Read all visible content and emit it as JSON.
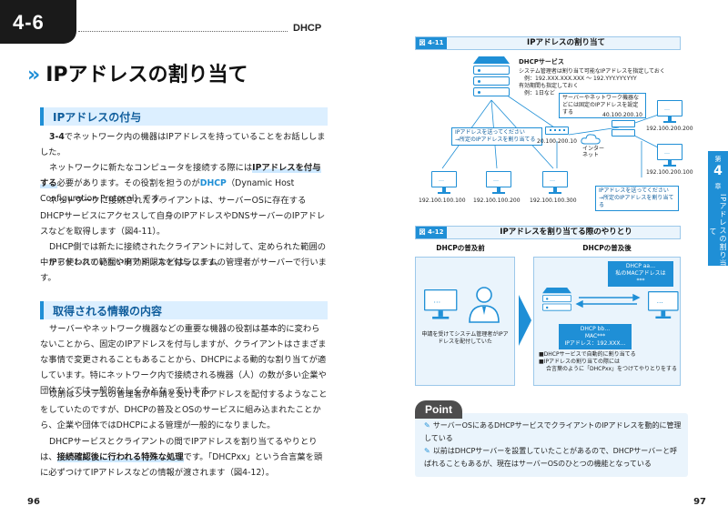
{
  "left_page": {
    "section_number": "4-6",
    "header_label": "DHCP",
    "title_marker": "»",
    "title": "IPアドレスの割り当て",
    "sub1": "IPアドレスの付与",
    "p1_bold": "3-4",
    "p1_text": "でネットワーク内の機器はIPアドレスを持っていることをお話ししました。",
    "p2_text_a": "ネットワークに新たなコンピュータを接続する際には",
    "p2_emph": "IPアドレスを付与する",
    "p2_text_b": "必要があります。その役割を担うのが",
    "p2_dhcp": "DHCP",
    "p2_text_c": "（Dynamic Host Configuration Protocol）です。",
    "p3_text": "ネットワークに接続されたクライアントは、サーバーOSに存在するDHCPサービスにアクセスして自身のIPアドレスやDNSサーバーのIPアドレスなどを取得します（図4-11）。",
    "p4_text": "DHCP側では新たに接続されたクライアントに対して、定められた範囲の中から使われていないIPアドレスを付与します。",
    "p5_text": "IPアドレスの範囲や有効期限などはシステムの管理者がサーバーで行います。",
    "sub2": "取得される情報の内容",
    "p6_text": "サーバーやネットワーク機器などの重要な機器の役割は基本的に変わらないことから、固定のIPアドレスを付与しますが、クライアントはさまざまな事情で変更されることもあることから、DHCPによる動的な割り当てが適しています。特にネットワーク内で接続される機器（人）の数が多い企業や団体などでは一般的なしくみとなっています。",
    "p7_text": "以前はシステムの管理者が申請を受けてIPアドレスを配付するようなことをしていたのですが、DHCPの普及とOSのサービスに組み込まれたことから、企業や団体ではDHCPによる管理が一般的になりました。",
    "p8_text_a": "DHCPサービスとクライアントの間でIPアドレスを割り当てるやりとりは、",
    "p8_emph": "接続確認後に行われる特殊な処理",
    "p8_text_b": "です。「DHCPxx」という合言葉を頭に必ずつけてIPアドレスなどの情報が渡されます（図4-12）。",
    "page_number": "96"
  },
  "right_page": {
    "side_tab": {
      "small_top": "第",
      "chapter": "4",
      "small_bottom": "章",
      "vertical": "IPアドレスの割り当て"
    },
    "fig1": {
      "id": "図 4-11",
      "title": "IPアドレスの割り当て",
      "dhcp_service": "DHCPサービス",
      "dhcp_note1": "システム管理者は割り当て可能なIPアドレスを指定しておく",
      "dhcp_note2": "例：192.XXX.XXX.XXX ～ 192.YYY.YYY.YYY",
      "dhcp_note3": "有効期間も指定しておく",
      "dhcp_note4": "例：1日など",
      "fixed_note": "サーバーやネットワーク機器などには固定のIPアドレスを設定する",
      "request_note_a": "IPアドレスを送ってください",
      "request_note_b": "→所定のIPアドレスを割り当てる",
      "router_ip": "20.100.200.10",
      "internet": "インター\nネット",
      "sw_ip": "40.100.200.10",
      "client1": "192.100.100.100",
      "client2": "192.100.100.200",
      "client3": "192.100.100.300",
      "client4": "192.100.200.200",
      "client5": "192.100.200.100",
      "request_note2_a": "IPアドレスを送ってください",
      "request_note2_b": "→所定のIPアドレスを割り当てる"
    },
    "fig2": {
      "id": "図 4-12",
      "title": "IPアドレスを割り当てる際のやりとり",
      "before": "DHCPの普及前",
      "after": "DHCPの普及後",
      "before_caption": "申請を受けてシステム管理者がIPアドレスを配付していた",
      "bubble1_a": "DHCP aa…",
      "bubble1_b": "私のMACアドレスは",
      "bubble1_c": "***",
      "bubble2_a": "DHCP bb…",
      "bubble2_b": "MAC***",
      "bubble2_c": "IPアドレス：192.XXX…",
      "after_note1": "■DHCPサービスで自動的に割り当てる",
      "after_note2": "■IPアドレスの割り当ての際には",
      "after_note3": "合言葉のように「DHCPxx」をつけてやりとりをする"
    },
    "point": {
      "tag": "Point",
      "line1": "サーバーOSにあるDHCPサービスでクライアントのIPアドレスを動的に管理している",
      "line2": "以前はDHCPサーバーを設置していたことがあるので、DHCPサーバーと呼ばれることもあるが、現在はサーバーOSのひとつの機能となっている"
    },
    "page_number": "97"
  },
  "colors": {
    "accent": "#1f8fd6",
    "light": "#eaf4fc",
    "dark": "#1a1a1a"
  }
}
